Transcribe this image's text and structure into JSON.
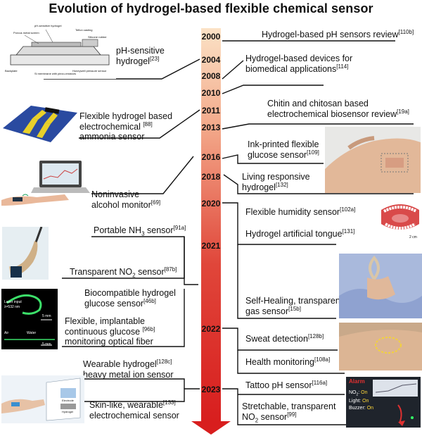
{
  "title": "Evolution of hydrogel-based flexible chemical sensor",
  "years": [
    "2000",
    "2004",
    "2008",
    "2010",
    "2011",
    "2013",
    "2016",
    "2018",
    "2020",
    "2021",
    "2022",
    "2023"
  ],
  "left": {
    "ph_hydrogel": {
      "t": "pH-sensitive\nhydrogel",
      "ref": "[23]"
    },
    "ammonia": {
      "t": "Flexible hydrogel based\nelectrochemical ",
      "ref": "[88]",
      "t2": "ammonia sensor"
    },
    "alcohol": {
      "t": "Noninvasive\nalcohol monitor",
      "ref": "[69]"
    },
    "nh3": {
      "t1": "Portable NH",
      "sub": "3",
      "t2": " sensor",
      "ref": "[91a]"
    },
    "no2": {
      "t1": "Transparent NO",
      "sub": "2",
      "t2": " sensor",
      "ref": "[87b]"
    },
    "glucose_hydrogel": {
      "t": "Biocompatible hydrogel\nglucose sensor",
      "ref": "[46b]"
    },
    "optical_fiber": {
      "l1": "Flexible, implantable",
      "l2a": "continuous glucose ",
      "ref": "[96b]",
      "l3": "monitoring optical fiber"
    },
    "heavy_metal": {
      "l1a": "Wearable hydrogel",
      "ref": "[128c]",
      "l2": "heavy metal ion sensor"
    },
    "skin_like": {
      "l1a": "Skin-like, wearable",
      "ref": "[133]",
      "l2": "electrochemical sensor"
    }
  },
  "right": {
    "ph_review": {
      "t": "Hydrogel-based pH sensors review",
      "ref": "[110b]"
    },
    "biomedical": {
      "l1": "Hydrogel-based devices for",
      "l2": "biomedical applications",
      "ref": "[114]"
    },
    "chitin": {
      "l1": "Chitin and chitosan based",
      "l2": "electrochemical biosensor review",
      "ref": "[19a]"
    },
    "ink_glucose": {
      "l1": "Ink-printed flexible",
      "l2": "glucose sensor",
      "ref": "[109]"
    },
    "living": {
      "l1": "Living responsive",
      "l2": "hydrogel",
      "ref": "[132]"
    },
    "humidity": {
      "t": "Flexible humidity sensor",
      "ref": "[102a]"
    },
    "tongue": {
      "t": "Hydrogel artificial tongue",
      "ref": "[131]"
    },
    "self_healing": {
      "l1": "Self-Healing, transparent",
      "l2": "gas sensor",
      "ref": "[15b]"
    },
    "sweat": {
      "t": "Sweat detection",
      "ref": "[128b]"
    },
    "health": {
      "t": "Health monitoring",
      "ref": "[108a]"
    },
    "tattoo": {
      "t": "Tattoo pH sensor",
      "ref": "[116a]"
    },
    "stretchable": {
      "l1": "Stretchable, transparent",
      "l2a": "NO",
      "sub": "2",
      "l2b": " sensor",
      "ref": "[99]"
    }
  },
  "images": {
    "device_labels": [
      "pH-sensitive hydrogel",
      "Porous metal screen",
      "Teflon casting",
      "Silicone rubber",
      "Backplate",
      "Si membrane with piezo-resistors",
      "Honeywell pressure sensor"
    ],
    "fiber_labels": {
      "laser": "Laser input",
      "wavelength": "λ=532 nm",
      "scale1": "5 mm",
      "air": "Air",
      "water": "Water",
      "scale2": "5 mm"
    },
    "tongue_scale": "2 cm",
    "alarm": {
      "title": "Alarm",
      "no2": "NO",
      "no2_state": "On",
      "light": "Light: ",
      "light_state": "On",
      "buzzer": "Buzzer: ",
      "buzzer_state": "On"
    },
    "tattoo_label_a": "Electrode",
    "tattoo_label_b": "Hydrogel"
  }
}
